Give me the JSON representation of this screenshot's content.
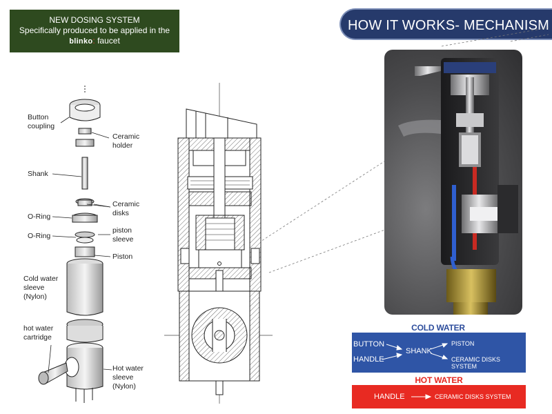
{
  "intro": {
    "line1": "NEW DOSING SYSTEM",
    "line2": "Specifically produced  to be applied in the",
    "brand": "blinko",
    "faucet": "faucet"
  },
  "title": "HOW IT WORKS- MECHANISM",
  "exploded_labels": {
    "button_coupling": "Button coupling",
    "ceramic_holder": "Ceramic holder",
    "shank": "Shank",
    "o_ring_1": "O-Ring",
    "ceramic_disks": "Ceramic disks",
    "o_ring_2": "O-Ring",
    "piston_sleeve": "piston sleeve",
    "piston": "Piston",
    "cold_water_sleeve": "Cold water sleeve (Nylon)",
    "hot_water_cartridge": "hot water cartridge",
    "hot_water_sleeve": "Hot water sleeve (Nylon)"
  },
  "cold_water": {
    "title": "COLD WATER",
    "button": "BUTTON",
    "handle": "HANDLE",
    "shank": "SHANK",
    "piston": "PISTON",
    "ceramic": "CERAMIC DISKS SYSTEM",
    "color": "#2f55a6"
  },
  "hot_water": {
    "title": "HOT WATER",
    "handle": "HANDLE",
    "ceramic": "CERAMIC DISKS SYSTEM",
    "color": "#e82a22"
  }
}
